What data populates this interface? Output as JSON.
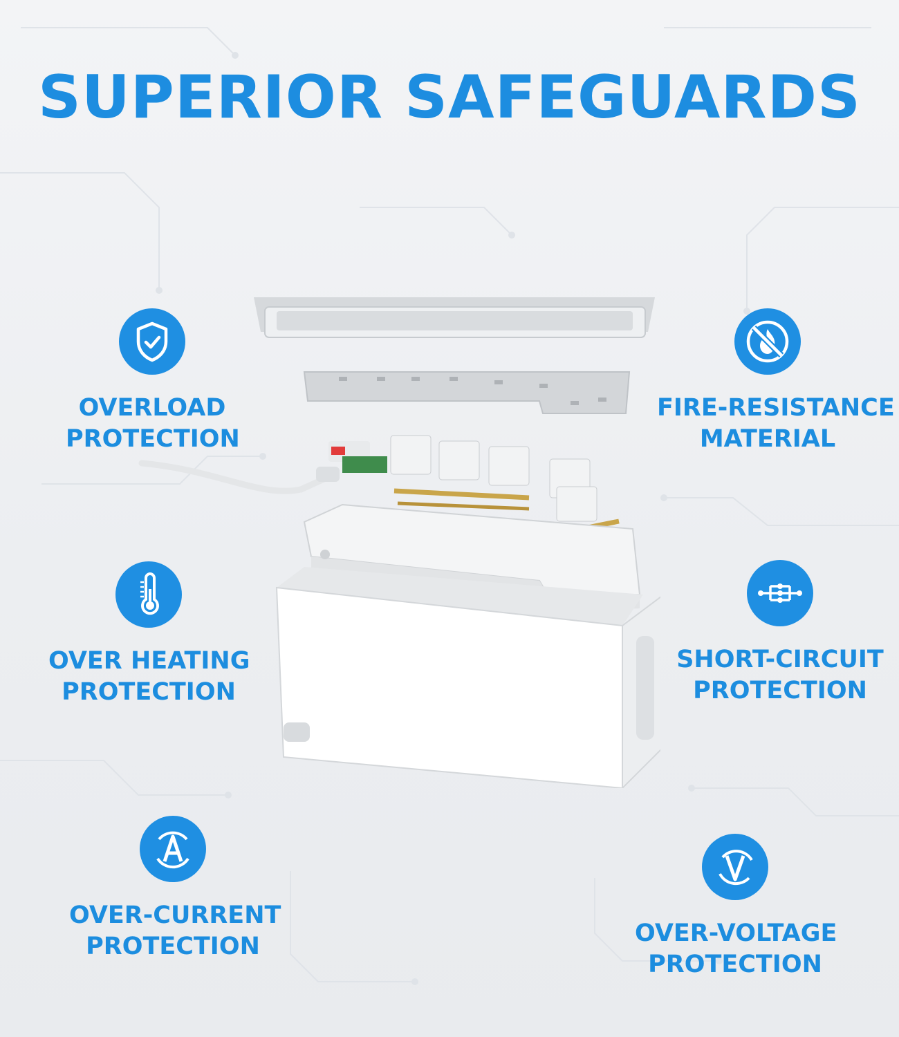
{
  "title": "SUPERIOR SAFEGUARDS",
  "accent_color": "#1f8fe2",
  "features": [
    {
      "icon": "shield-check-icon",
      "line1": "OVERLOAD",
      "line2": "PROTECTION"
    },
    {
      "icon": "no-fire-icon",
      "line1": "FIRE-RESISTANCE",
      "line2": "MATERIAL"
    },
    {
      "icon": "thermometer-icon",
      "line1": "OVER HEATING",
      "line2": "PROTECTION"
    },
    {
      "icon": "circuit-icon",
      "line1": "SHORT-CIRCUIT",
      "line2": "PROTECTION"
    },
    {
      "icon": "ampere-icon",
      "line1": "OVER-CURRENT",
      "line2": "PROTECTION"
    },
    {
      "icon": "voltage-icon",
      "line1": "OVER-VOLTAGE",
      "line2": "PROTECTION"
    }
  ],
  "product_image": "exploded-power-strip-cable-box"
}
